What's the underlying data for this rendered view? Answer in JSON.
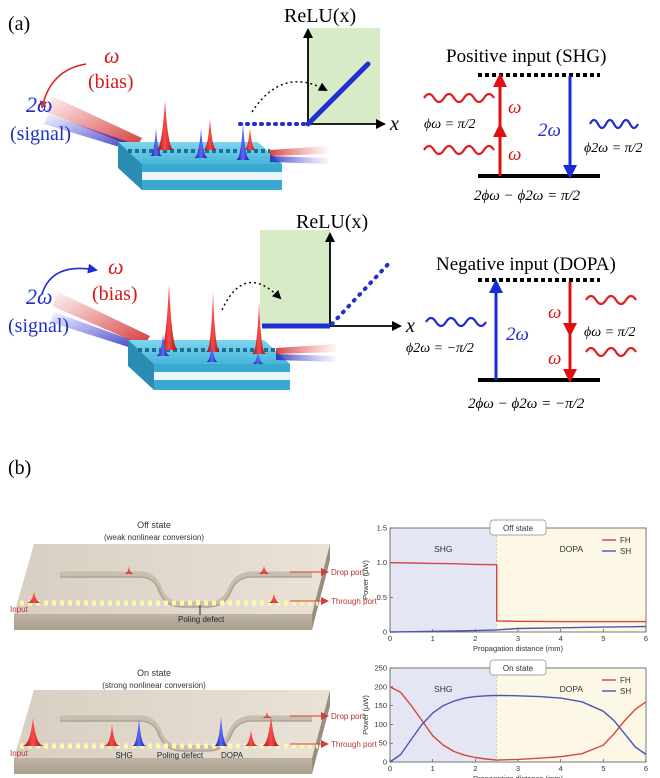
{
  "panel_a": {
    "label": "(a)",
    "top": {
      "omega": "ω",
      "bias": "(bias)",
      "two_omega": "2ω",
      "signal": "(signal)",
      "relu_label": "ReLU(x)",
      "x_label": "x",
      "process_title": "Positive input (SHG)",
      "omega_arrow_1": "ω",
      "omega_arrow_2": "ω",
      "two_omega_arrow": "2ω",
      "phi_omega": "ϕω = π/2",
      "phi_2omega": "ϕ2ω = π/2",
      "phase_relation": "2ϕω − ϕ2ω = π/2"
    },
    "bottom": {
      "omega": "ω",
      "bias": "(bias)",
      "two_omega": "2ω",
      "signal": "(signal)",
      "relu_label": "ReLU(x)",
      "x_label": "x",
      "process_title": "Negative input (DOPA)",
      "two_omega_arrow": "2ω",
      "omega_arrow_1": "ω",
      "omega_arrow_2": "ω",
      "phi_2omega": "ϕ2ω = −π/2",
      "phi_omega": "ϕω = π/2",
      "phase_relation": "2ϕω − ϕ2ω = −π/2"
    }
  },
  "panel_b": {
    "label": "(b)",
    "off_device": {
      "title": "Off state",
      "subtitle": "(weak nonlinear conversion)",
      "input": "Input",
      "drop_port": "Drop port",
      "through_port": "Through port",
      "poling_defect": "Poling defect"
    },
    "on_device": {
      "title": "On state",
      "subtitle": "(strong nonlinear conversion)",
      "input": "Input",
      "drop_port": "Drop port",
      "through_port": "Through port",
      "poling_defect": "Poling defect",
      "shg": "SHG",
      "dopa": "DOPA"
    }
  },
  "chart_data": [
    {
      "type": "line",
      "title": "Off state",
      "xlabel": "Propagation distance (mm)",
      "ylabel": "Power (μW)",
      "xlim": [
        0,
        6
      ],
      "ylim": [
        0,
        1.5
      ],
      "xticks": [
        0,
        1,
        2,
        3,
        4,
        5,
        6
      ],
      "yticks": [
        0,
        0.5,
        1.0,
        1.5
      ],
      "ytick_labels": [
        "0",
        "0.5",
        "1.0",
        "1.5"
      ],
      "regions": [
        {
          "label": "SHG",
          "from": 0,
          "to": 2.5,
          "color": "#e4e6f3"
        },
        {
          "label": "DOPA",
          "from": 2.5,
          "to": 6,
          "color": "#fdf8e6"
        }
      ],
      "legend_position": "top-right",
      "grid": false,
      "series": [
        {
          "name": "FH",
          "color": "#d64541",
          "x": [
            0,
            0.5,
            1.0,
            1.5,
            2.0,
            2.5,
            2.5,
            3.0,
            4.0,
            5.0,
            6.0
          ],
          "y": [
            1.0,
            0.995,
            0.99,
            0.985,
            0.975,
            0.97,
            0.16,
            0.155,
            0.15,
            0.15,
            0.15
          ]
        },
        {
          "name": "SH",
          "color": "#4a55b5",
          "x": [
            0,
            0.5,
            1.0,
            1.5,
            2.0,
            2.5,
            2.5,
            3.0,
            4.0,
            5.0,
            6.0
          ],
          "y": [
            0.0,
            0.005,
            0.01,
            0.015,
            0.02,
            0.03,
            0.03,
            0.05,
            0.06,
            0.07,
            0.08
          ]
        }
      ]
    },
    {
      "type": "line",
      "title": "On state",
      "xlabel": "Propagation distance (mm)",
      "ylabel": "Power (μW)",
      "xlim": [
        0,
        6
      ],
      "ylim": [
        0,
        250
      ],
      "xticks": [
        0,
        1,
        2,
        3,
        4,
        5,
        6
      ],
      "yticks": [
        0,
        50,
        100,
        150,
        200,
        250
      ],
      "ytick_labels": [
        "0",
        "50",
        "100",
        "150",
        "200",
        "250"
      ],
      "regions": [
        {
          "label": "SHG",
          "from": 0,
          "to": 2.5,
          "color": "#e4e6f3"
        },
        {
          "label": "DOPA",
          "from": 2.5,
          "to": 6,
          "color": "#fdf8e6"
        }
      ],
      "legend_position": "top-right",
      "grid": false,
      "series": [
        {
          "name": "FH",
          "color": "#d64541",
          "x": [
            0,
            0.25,
            0.5,
            0.75,
            1.0,
            1.25,
            1.5,
            1.75,
            2.0,
            2.25,
            2.5,
            3.0,
            3.5,
            4.0,
            4.5,
            5.0,
            5.25,
            5.5,
            5.75,
            6.0
          ],
          "y": [
            200,
            185,
            150,
            110,
            70,
            45,
            28,
            18,
            12,
            8,
            5,
            7,
            10,
            14,
            22,
            45,
            75,
            110,
            140,
            160
          ]
        },
        {
          "name": "SH",
          "color": "#4a55b5",
          "x": [
            0,
            0.25,
            0.5,
            0.75,
            1.0,
            1.25,
            1.5,
            1.75,
            2.0,
            2.25,
            2.5,
            3.0,
            3.5,
            4.0,
            4.5,
            5.0,
            5.25,
            5.5,
            5.75,
            6.0
          ],
          "y": [
            0,
            20,
            60,
            100,
            130,
            150,
            162,
            170,
            174,
            176,
            177,
            176,
            174,
            170,
            160,
            135,
            110,
            75,
            40,
            20
          ]
        }
      ]
    }
  ]
}
